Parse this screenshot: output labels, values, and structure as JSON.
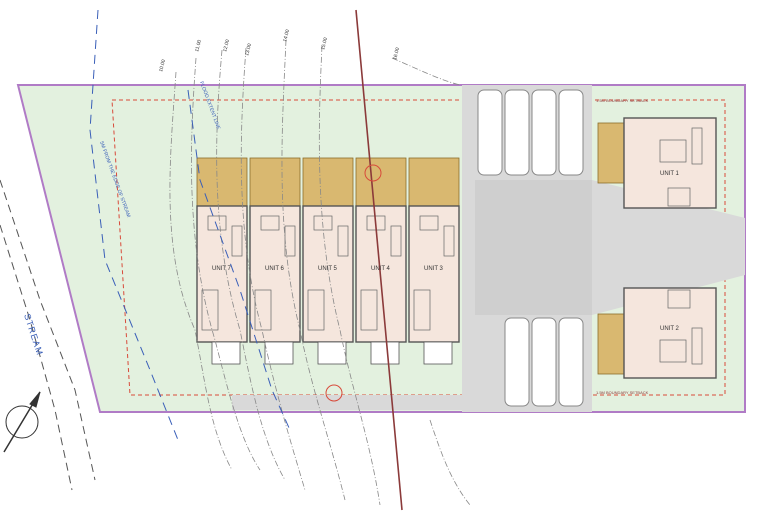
{
  "contours": [
    "10.00",
    "11.00",
    "12.00",
    "13.00",
    "14.00",
    "15.00",
    "16.00"
  ],
  "stream_label": "STREAM",
  "offset_label_1": "5M FROM THE EDGE OF STREAM",
  "offset_label_2": "FLOOD EXTENT LINE",
  "setback_top": "1.5M BOUNDARY SETBACK",
  "setback_bottom": "1.5M BOUNDARY SETBACK",
  "units": [
    "UNIT 7",
    "UNIT 6",
    "UNIT 5",
    "UNIT 4",
    "UNIT 3",
    "UNIT 1",
    "UNIT 2"
  ],
  "colors": {
    "site_fill": "#e3f1df",
    "boundary": "#b07bc6",
    "paving": "#d9d9d9",
    "deck": "#d9b870",
    "interior": "#f5e6dd",
    "wall": "#555555",
    "setback": "#d84a3a",
    "stream": "#3a5fb8"
  }
}
